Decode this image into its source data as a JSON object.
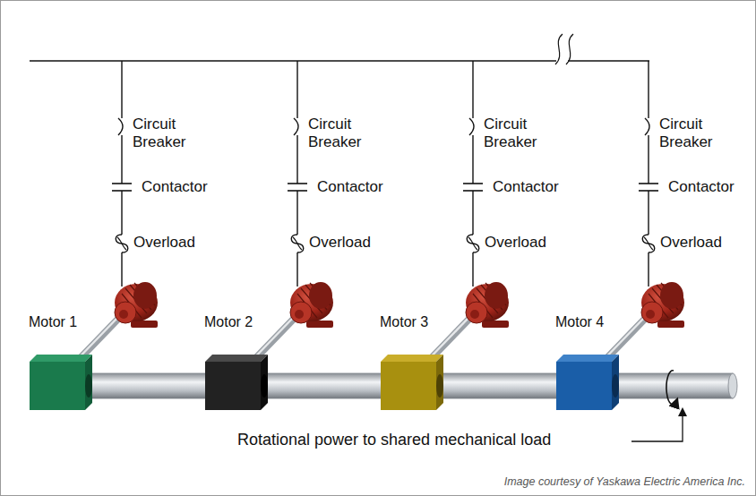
{
  "diagram": {
    "labels": [
      "Circuit Breaker",
      "Circuit Breaker",
      "Circuit Breaker",
      "Circuit Breaker",
      "Contactor",
      "Contactor",
      "Contactor",
      "Contactor",
      "Overload",
      "Overload",
      "Overload",
      "Overload",
      "Motor 1",
      "Motor 2",
      "Motor 3",
      "Motor 4",
      "Rotational power to shared mechanical load",
      "Image courtesy of Yaskawa Electric America Inc."
    ]
  }
}
